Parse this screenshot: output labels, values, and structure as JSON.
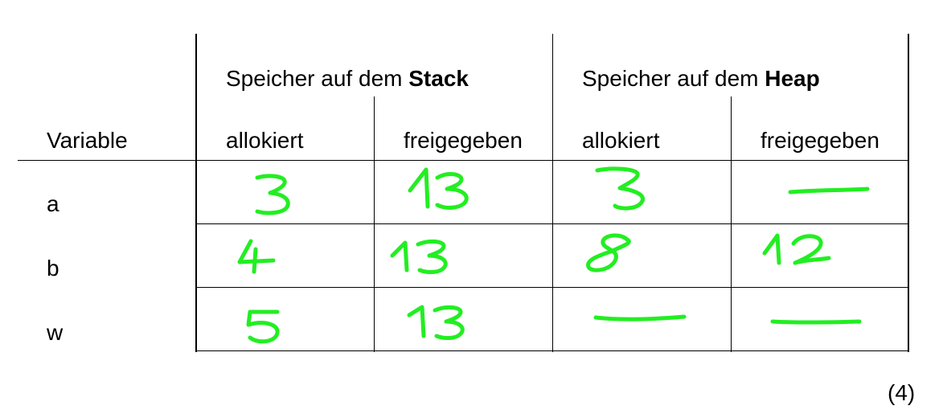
{
  "table": {
    "header": {
      "variable": "Variable",
      "stack_prefix": "Speicher auf dem ",
      "stack_bold": "Stack",
      "heap_prefix": "Speicher auf dem ",
      "heap_bold": "Heap",
      "stack_allocated": "allokiert",
      "stack_freed": "freigegeben",
      "heap_allocated": "allokiert",
      "heap_freed": "freigegeben"
    },
    "rows": [
      {
        "variable": "a",
        "stack_allocated": "3",
        "stack_freed": "13",
        "heap_allocated": "3",
        "heap_freed": "—"
      },
      {
        "variable": "b",
        "stack_allocated": "4",
        "stack_freed": "13",
        "heap_allocated": "8",
        "heap_freed": "12"
      },
      {
        "variable": "w",
        "stack_allocated": "5",
        "stack_freed": "13",
        "heap_allocated": "—",
        "heap_freed": "—"
      }
    ]
  },
  "points": "(4)",
  "handwriting_color": "#22ee22"
}
